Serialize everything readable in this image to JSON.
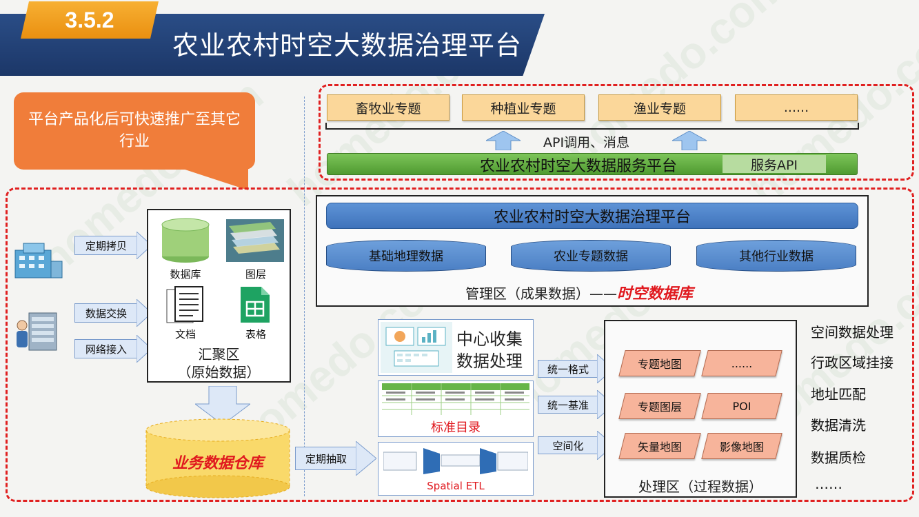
{
  "header": {
    "section_number": "3.5.2",
    "title": "农业农村时空大数据治理平台"
  },
  "callout": {
    "text": "平台产品化后可快速推广至其它行业"
  },
  "service_layer": {
    "topics": [
      "畜牧业专题",
      "种植业专题",
      "渔业专题",
      "......"
    ],
    "api_note": "API调用、消息",
    "service_platform": "农业农村时空大数据服务平台",
    "service_api": "服务API"
  },
  "management_zone": {
    "platform": "农业农村时空大数据治理平台",
    "databases": [
      "基础地理数据",
      "农业专题数据",
      "其他行业数据"
    ],
    "caption": "管理区（成果数据）——",
    "emphasis": "时空数据库"
  },
  "sources": {
    "arrows": [
      "定期拷贝",
      "数据交换",
      "网络接入"
    ]
  },
  "aggregation_zone": {
    "items": [
      "数据库",
      "图层",
      "文档",
      "表格"
    ],
    "title": "汇聚区",
    "subtitle": "（原始数据）"
  },
  "warehouse": {
    "label": "业务数据仓库",
    "arrow": "定期抽取"
  },
  "center": {
    "collect_title_1": "中心收集",
    "collect_title_2": "数据处理",
    "catalog_label": "标准目录",
    "etl_label": "Spatial ETL",
    "arrows": [
      "统一格式",
      "统一基准",
      "空间化"
    ]
  },
  "processing_zone": {
    "items": [
      "专题地图",
      "......",
      "专题图层",
      "POI",
      "矢量地图",
      "影像地图"
    ],
    "caption": "处理区（过程数据）"
  },
  "right_list": [
    "空间数据处理",
    "行政区域挂接",
    "地址匹配",
    "数据清洗",
    "数据质检",
    "……"
  ],
  "colors": {
    "title_bar": "#1c3768",
    "accent_orange": "#f07d3a",
    "dashed_red": "#e02020",
    "topic_fill": "#fbd79a",
    "db_blue": "#4b7fc4",
    "service_green": "#4f9a30",
    "process_fill": "#f7b49b",
    "warehouse_fill": "#f9d96a",
    "emphasis_red": "#e0181e"
  }
}
